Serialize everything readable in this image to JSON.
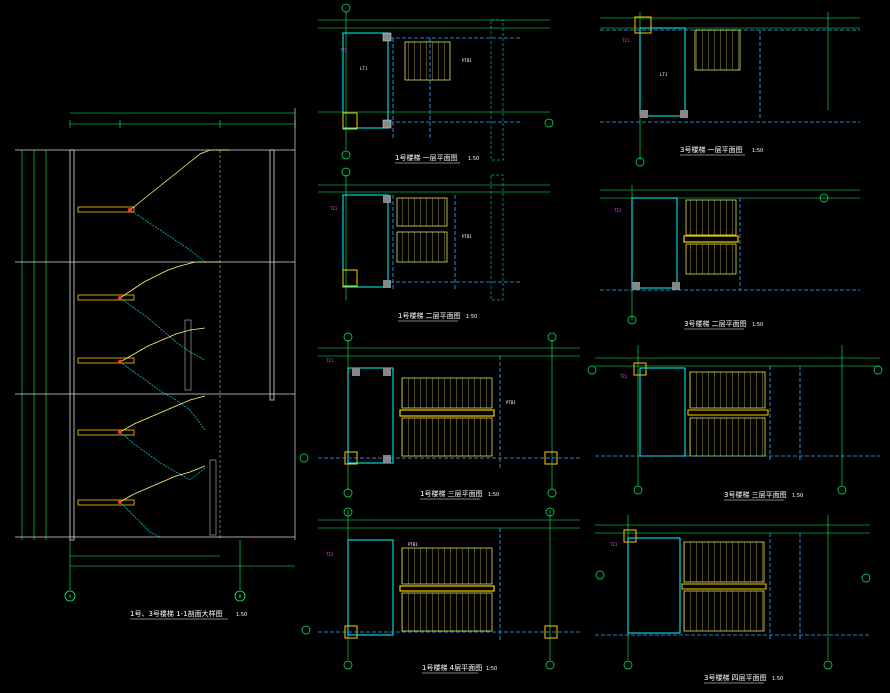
{
  "colors": {
    "background": "#000000",
    "wall": "#00ffff",
    "beam_hidden": "#33aaff",
    "dimension": "#00ff66",
    "stair": "#ffff66",
    "landing_beam": "#ffcc00",
    "section_line": "#dddddd",
    "tag": "#ff40ff",
    "text": "#ffffff"
  },
  "section": {
    "title": "1号、3号楼梯 1-1剖面大样图",
    "scale": "1:50",
    "axis_a": "A",
    "axis_b": "B"
  },
  "plans": [
    {
      "id": "p1",
      "title": "1号楼梯 一层平面图",
      "scale": "1:50"
    },
    {
      "id": "p2",
      "title": "3号楼梯 一层平面图",
      "scale": "1:50"
    },
    {
      "id": "p3",
      "title": "1号楼梯 二层平面图",
      "scale": "1:50"
    },
    {
      "id": "p4",
      "title": "3号楼梯 二层平面图",
      "scale": "1:50"
    },
    {
      "id": "p5",
      "title": "1号楼梯 三层平面图",
      "scale": "1:50"
    },
    {
      "id": "p6",
      "title": "3号楼梯 三层平面图",
      "scale": "1:50"
    },
    {
      "id": "p7",
      "title": "1号楼梯 4层平面图",
      "scale": "1:50"
    },
    {
      "id": "p8",
      "title": "3号楼梯 四层平面图",
      "scale": "1:50"
    }
  ]
}
